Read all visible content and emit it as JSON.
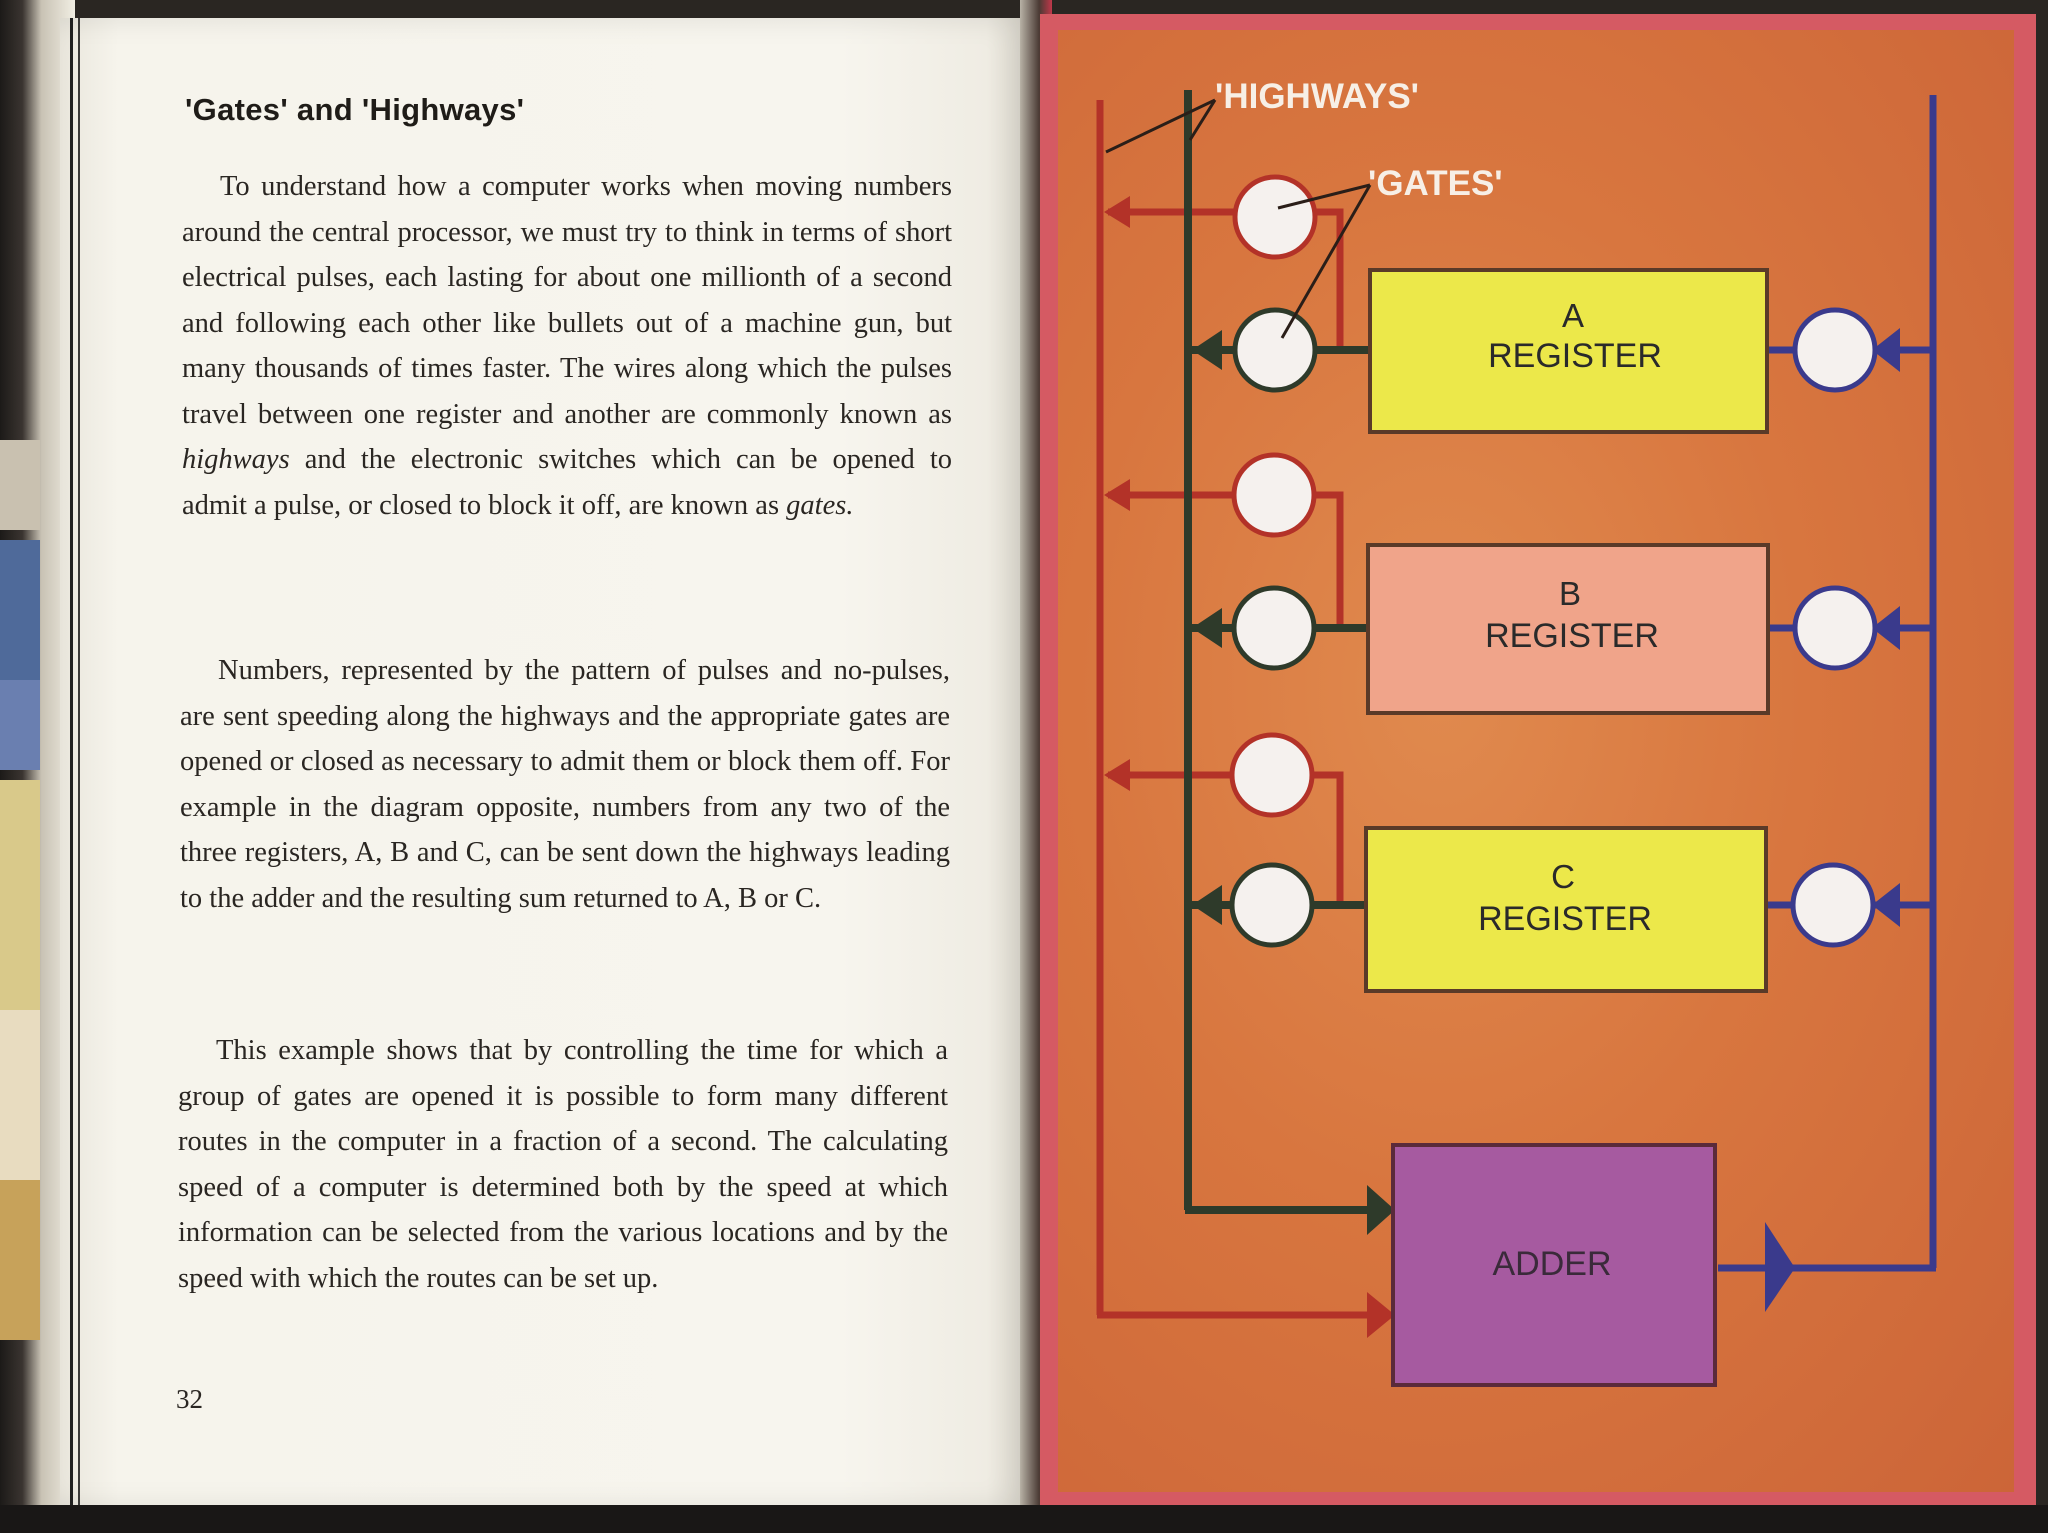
{
  "left_page": {
    "heading": "'Gates' and 'Highways'",
    "paragraphs": {
      "p1_a": "To understand how a computer works when moving numbers around the central processor, we must try to think in terms of short electrical pulses, each lasting for about one millionth of a second and following each other like bullets out of a machine gun, but many thousands of times faster. The wires along which the pulses travel between one register and another are commonly known as ",
      "p1_em1": "highways",
      "p1_b": " and the electronic switches which can be opened to admit a pulse, or closed to block it off, are known as ",
      "p1_em2": "gates.",
      "p2": "Numbers, represented by the pattern of pulses and no-pulses, are sent speeding along the highways and the appropriate gates are opened or closed as necessary to admit them or block them off. For example in the diagram opposite, numbers from any two of the three registers, A, B and C, can be sent down the highways leading to the adder and the resulting sum returned to A, B or C.",
      "p3": "This example shows that by controlling the time for which a group of gates are opened it is possible to form many different routes in the computer in a fraction of a second. The calculating speed of a computer is determined both by the speed at which information can be selected from the various locations and by the speed with which the routes can be set up."
    },
    "page_number": "32"
  },
  "diagram": {
    "label_highways": "'HIGHWAYS'",
    "label_gates": "'GATES'",
    "registers": [
      {
        "letter": "A",
        "word": "REGISTER",
        "color": "#ece84a"
      },
      {
        "letter": "B",
        "word": "REGISTER",
        "color": "#f0a48a"
      },
      {
        "letter": "C",
        "word": "REGISTER",
        "color": "#ece84a"
      }
    ],
    "adder": {
      "label": "ADDER",
      "color": "#a65aa0"
    },
    "colors": {
      "red_highway": "#b33228",
      "dark_highway": "#2e3a2a",
      "blue_highway": "#3a3a8c",
      "background": "#d8763f",
      "gate_fill": "#f5f1ee"
    }
  }
}
